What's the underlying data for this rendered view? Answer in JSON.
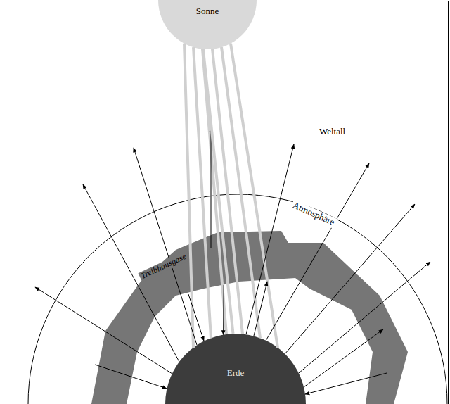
{
  "diagram": {
    "nodes": [
      {
        "text": [
          "Sonne"
        ]
      },
      {
        "text": [
          "Treibhausgase"
        ]
      },
      {
        "text": [
          "Erde"
        ]
      }
    ],
    "edges": [
      {
        "from": 0,
        "to": 2,
        "arrow": "none"
      },
      {
        "from": 2,
        "to": 1,
        "arrow": "to"
      },
      {
        "from": 1,
        "to": 2,
        "arrow": "to"
      }
    ],
    "labels": [
      "Weltall",
      "Atmosphäre"
    ]
  }
}
